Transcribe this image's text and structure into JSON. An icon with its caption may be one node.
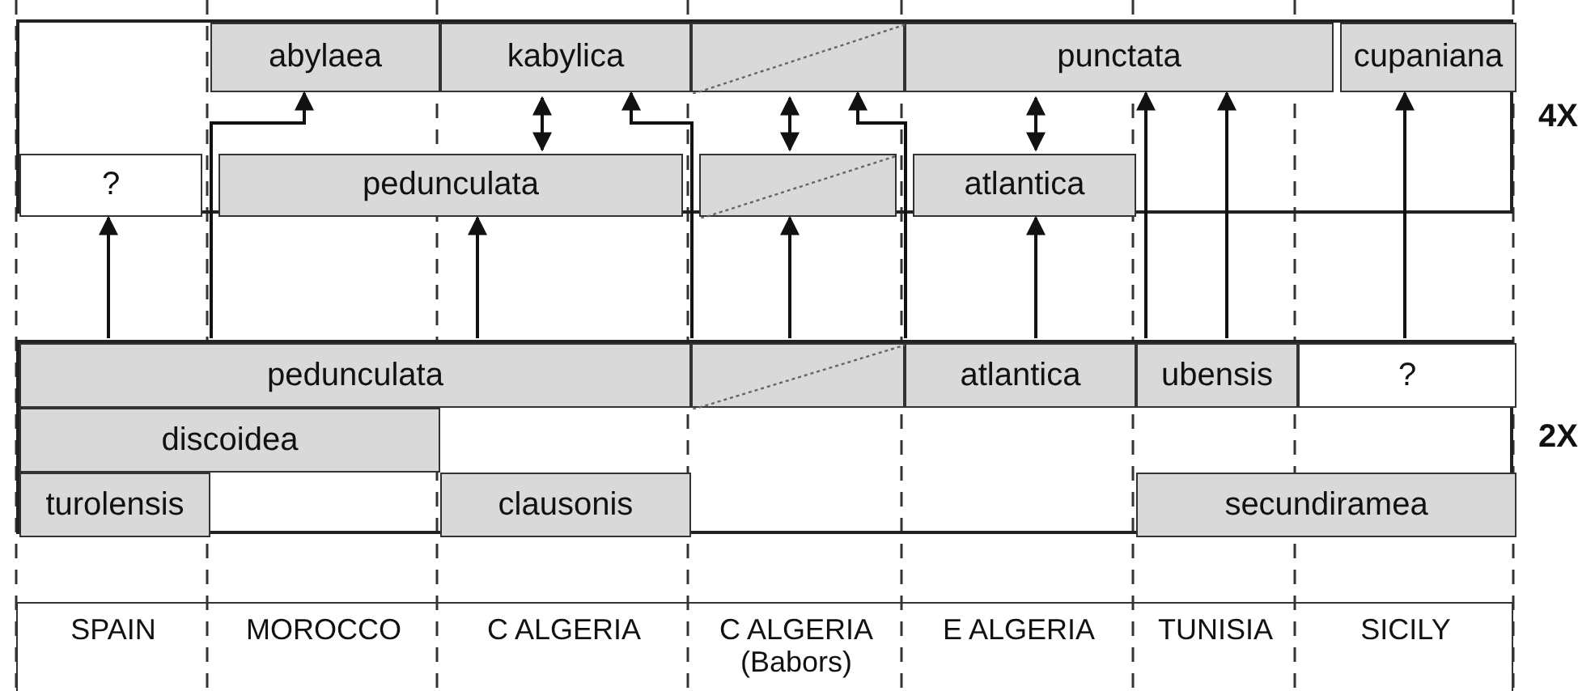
{
  "diagram": {
    "nodes": [
      {
        "text": [
          "4X"
        ]
      },
      {
        "text": [
          "abylaea"
        ],
        "in": 0
      },
      {
        "text": [
          "kabylica"
        ],
        "in": 0
      },
      {
        "text": [],
        "shape": "box",
        "in": 0
      },
      {
        "text": [
          "punctata"
        ],
        "in": 0
      },
      {
        "text": [
          "cupaniana"
        ],
        "in": 0
      },
      {
        "text": [
          "?"
        ],
        "in": 0
      },
      {
        "text": [
          "pedunculata"
        ],
        "in": 0
      },
      {
        "text": [],
        "shape": "box",
        "in": 0
      },
      {
        "text": [
          "atlantica"
        ],
        "in": 0
      },
      {
        "text": [
          "2X"
        ]
      },
      {
        "text": [
          "pedunculata"
        ],
        "in": 10
      },
      {
        "text": [],
        "shape": "box",
        "in": 10
      },
      {
        "text": [
          "atlantica"
        ],
        "in": 10
      },
      {
        "text": [
          "ubensis"
        ],
        "in": 10
      },
      {
        "text": [
          "?"
        ],
        "in": 10
      },
      {
        "text": [
          "discoidea"
        ],
        "in": 10
      },
      {
        "text": [
          "turolensis"
        ],
        "in": 10
      },
      {
        "text": [
          "clausonis"
        ],
        "in": 10
      },
      {
        "text": [
          "secundiramea"
        ],
        "in": 10
      }
    ],
    "edges": [
      {
        "from": 10,
        "to": 1,
        "arrow": "to"
      },
      {
        "from": 10,
        "to": 2,
        "arrow": "to"
      },
      {
        "from": 10,
        "to": 3,
        "arrow": "to"
      },
      {
        "from": 10,
        "to": 4,
        "arrow": "to"
      },
      {
        "from": 10,
        "to": 4,
        "arrow": "to"
      },
      {
        "from": 10,
        "to": 5,
        "arrow": "to"
      },
      {
        "from": 10,
        "to": 6,
        "arrow": "to"
      },
      {
        "from": 10,
        "to": 7,
        "arrow": "to"
      },
      {
        "from": 10,
        "to": 8,
        "arrow": "to"
      },
      {
        "from": 10,
        "to": 9,
        "arrow": "to"
      },
      {
        "from": 2,
        "to": 7,
        "arrow": "both"
      },
      {
        "from": 3,
        "to": 8,
        "arrow": "both"
      },
      {
        "from": 4,
        "to": 9,
        "arrow": "both"
      }
    ],
    "labels": [
      "SPAIN",
      "MOROCCO",
      "C ALGERIA",
      "C ALGERIA (Babors)",
      "E ALGERIA",
      "TUNISIA",
      "SICILY"
    ]
  }
}
